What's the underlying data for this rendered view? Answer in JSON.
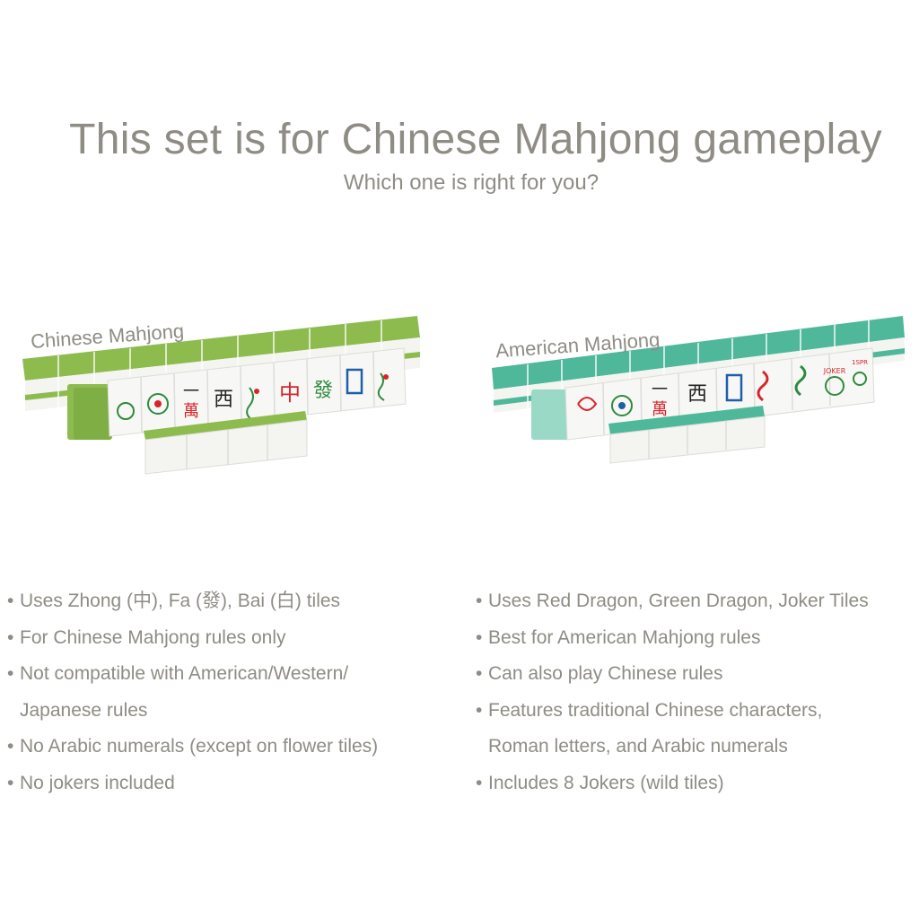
{
  "header": {
    "title": "This set is for Chinese Mahjong gameplay",
    "subtitle": "Which one is right for you?"
  },
  "colors": {
    "text": "#8e8c84",
    "chinese_tile_back": "#8dbb4e",
    "american_tile_back": "#4fb89a",
    "tile_face": "#f7f7f5",
    "red_glyph": "#d7262a",
    "green_glyph": "#2f8a3e"
  },
  "chinese": {
    "label": "Chinese Mahjong",
    "tile_glyphs": [
      "一",
      "萬",
      "西",
      "中",
      "發"
    ],
    "features": [
      {
        "text": "Uses Zhong (中), Fa (發), Bai (白) tiles"
      },
      {
        "text": "For Chinese Mahjong rules only"
      },
      {
        "text": "Not compatible with American/Western/"
      },
      {
        "text": "Japanese rules"
      },
      {
        "text": "No Arabic numerals (except on flower tiles)"
      },
      {
        "text": "No jokers included"
      }
    ]
  },
  "american": {
    "label": "American Mahjong",
    "tile_glyphs": [
      "一",
      "萬",
      "西",
      "JOKER",
      "1SPR"
    ],
    "features": [
      {
        "text": "Uses Red Dragon, Green Dragon, Joker Tiles"
      },
      {
        "text": "Best for American Mahjong rules"
      },
      {
        "text": "Can also play Chinese rules"
      },
      {
        "text": "Features traditional Chinese characters,"
      },
      {
        "text": "Roman letters, and Arabic numerals"
      },
      {
        "text": "Includes 8 Jokers (wild tiles)"
      }
    ]
  },
  "bullet_glyph": "•"
}
